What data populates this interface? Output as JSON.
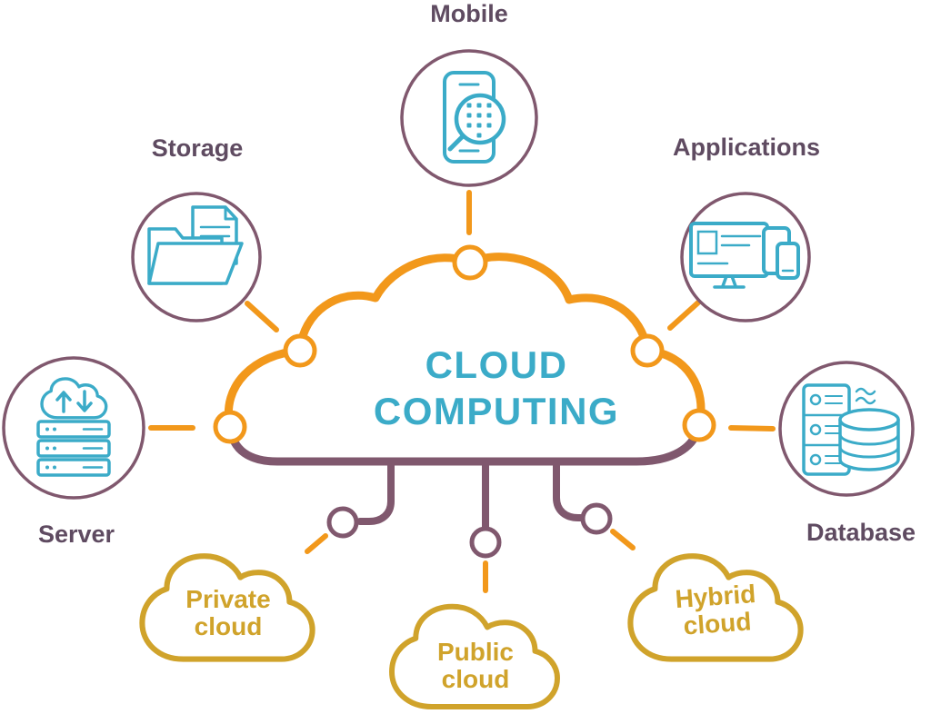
{
  "diagram": {
    "title": {
      "line1": "CLOUD",
      "line2": "COMPUTING"
    },
    "nodes": {
      "mobile": {
        "label": "Mobile",
        "icon": "smartphone-search-icon"
      },
      "storage": {
        "label": "Storage",
        "icon": "folder-documents-icon"
      },
      "applications": {
        "label": "Applications",
        "icon": "devices-icon"
      },
      "server": {
        "label": "Server",
        "icon": "server-cloud-sync-icon"
      },
      "database": {
        "label": "Database",
        "icon": "server-database-icon"
      }
    },
    "cloud_types": {
      "private": {
        "line1": "Private",
        "line2": "cloud"
      },
      "public": {
        "line1": "Public",
        "line2": "cloud"
      },
      "hybrid": {
        "line1": "Hybrid",
        "line2": "cloud"
      }
    }
  },
  "colors": {
    "orange": "#F2981B",
    "purple": "#80586E",
    "label": "#5F4B61",
    "teal": "#3BABC8",
    "gold": "#D0A32B"
  }
}
